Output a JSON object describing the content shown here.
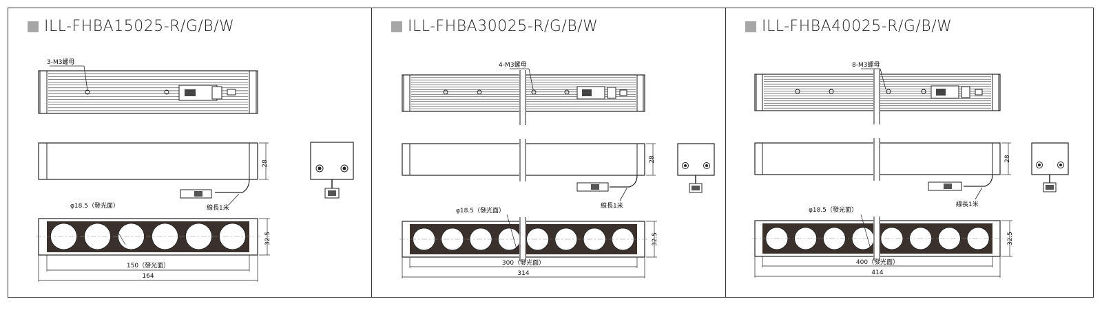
{
  "colors": {
    "square": "#a6a6a6",
    "body_dark": "#3a302c",
    "line": "#222222",
    "fill_grey": "#d9d9d9"
  },
  "panels": [
    {
      "id": "p1",
      "model": "ILL-FHBA15025-R/G/B/W",
      "nut_label": "3-M3螺母",
      "height_label": "28",
      "cable_label": "線長1米",
      "lens_label": "φ18.5（發光面）",
      "side_label": "32.5",
      "emit_width_label": "150（發光面）",
      "total_width_label": "164",
      "lens_count": 6,
      "broken": false
    },
    {
      "id": "p2",
      "model": "ILL-FHBA30025-R/G/B/W",
      "nut_label": "4-M3螺母",
      "height_label": "28",
      "cable_label": "線長1米",
      "lens_label": "φ18.5（發光面）",
      "side_label": "32.5",
      "emit_width_label": "300（發光面）",
      "total_width_label": "314",
      "lens_count": 8,
      "broken": true
    },
    {
      "id": "p3",
      "model": "ILL-FHBA40025-R/G/B/W",
      "nut_label": "8-M3螺母",
      "height_label": "28",
      "cable_label": "線長1米",
      "lens_label": "φ18.5（發光面）",
      "side_label": "32.5",
      "emit_width_label": "400（發光面）",
      "total_width_label": "414",
      "lens_count": 8,
      "broken": true
    }
  ]
}
